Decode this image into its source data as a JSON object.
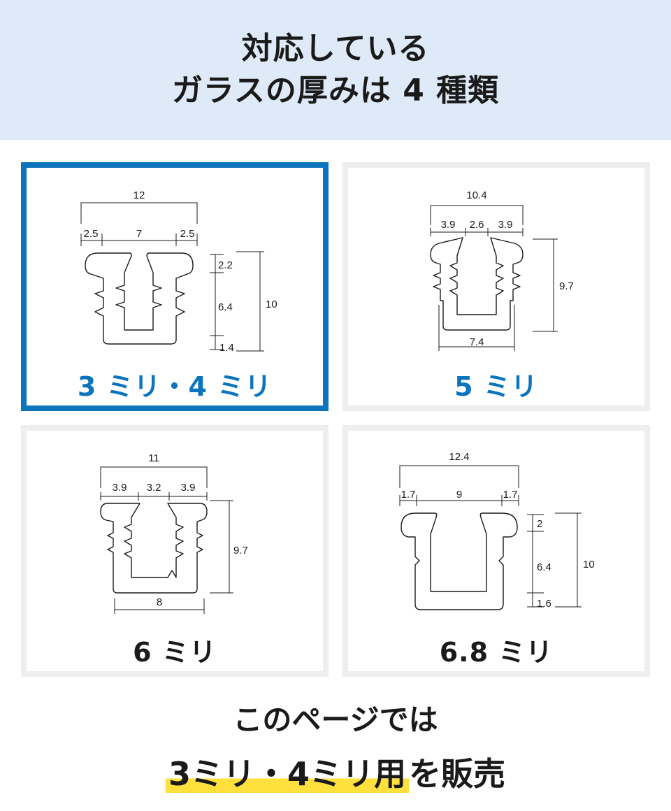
{
  "header": {
    "line1": "対応している",
    "line2": "ガラスの厚みは 4 種類"
  },
  "cards": [
    {
      "label": "3 ミリ・4 ミリ",
      "dims": {
        "total": "12",
        "left": "2.5",
        "mid": "7",
        "right": "2.5",
        "h1": "2.2",
        "h2": "6.4",
        "h3": "1.4",
        "h_total": "10"
      }
    },
    {
      "label": "5 ミリ",
      "dims": {
        "total": "10.4",
        "left": "3.9",
        "mid": "2.6",
        "right": "3.9",
        "height": "9.7",
        "bottom": "7.4"
      }
    },
    {
      "label": "6 ミリ",
      "dims": {
        "total": "11",
        "left": "3.9",
        "mid": "3.2",
        "right": "3.9",
        "height": "9.7",
        "bottom": "8"
      }
    },
    {
      "label": "6.8 ミリ",
      "dims": {
        "total": "12.4",
        "left": "1.7",
        "mid": "9",
        "right": "1.7",
        "h1": "2",
        "h2": "6.4",
        "h3": "1.6",
        "h_total": "10"
      }
    }
  ],
  "footer": {
    "line1": "このページでは",
    "highlight": "3ミリ・4ミリ用",
    "suffix": "を販売"
  },
  "colors": {
    "accent": "#0b74bd",
    "header_bg": "#dfeaf8",
    "highlight": "#ffe03c",
    "card_border": "#eeeeee"
  }
}
